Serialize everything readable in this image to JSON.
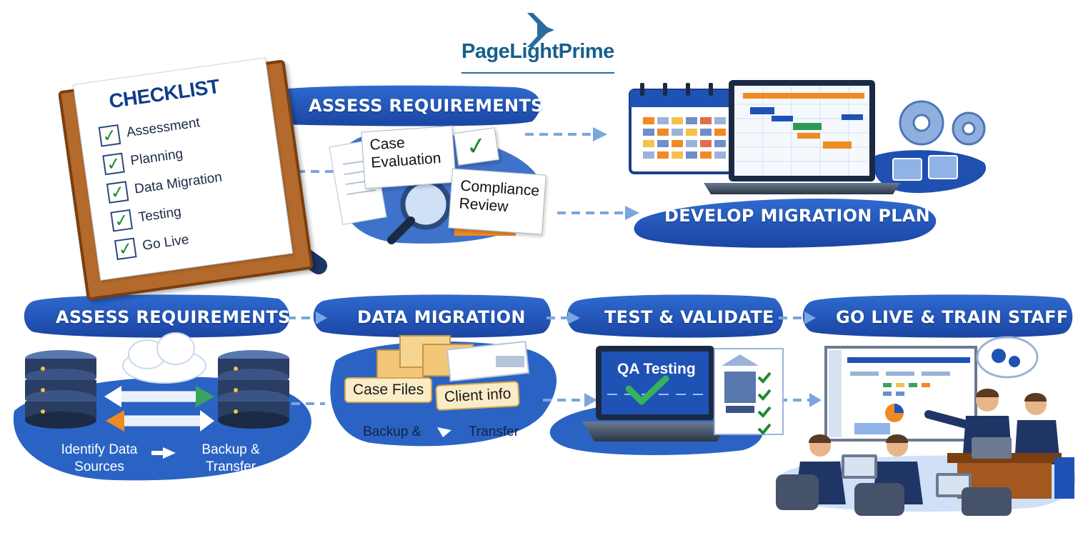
{
  "logo": {
    "name": "PageLightPrime",
    "icon": "chevron-arrow-icon",
    "color": "#17608e"
  },
  "checklist": {
    "title": "CHECKLIST",
    "items": [
      {
        "label": "Assessment",
        "checked": true
      },
      {
        "label": "Planning",
        "checked": true
      },
      {
        "label": "Data Migration",
        "checked": true
      },
      {
        "label": "Testing",
        "checked": true
      },
      {
        "label": "Go Live",
        "checked": true
      }
    ]
  },
  "top_row": {
    "assess_banner": "ASSESS REQUIREMENTS",
    "case_evaluation": "Case Evaluation",
    "compliance_review": "Compliance Review",
    "plan_banner": "DEVELOP MIGRATION PLAN"
  },
  "bottom_row": {
    "banners": [
      "ASSESS REQUIREMENTS",
      "DATA MIGRATION",
      "TEST & VALIDATE",
      "GO LIVE & TRAIN STAFF"
    ],
    "identify_sources": "Identify Data Sources",
    "backup_transfer": "Backup & Transfer",
    "case_files": "Case Files",
    "client_info": "Client info",
    "backup_label": "Backup &",
    "transfer_label": "Transfer",
    "qa_testing": "QA Testing"
  },
  "colors": {
    "banner_blue": "#1f52b5",
    "swirl_blue": "#2a63c4",
    "light_blue": "#cfe0f7",
    "check_green": "#1f8a2e",
    "accent_orange": "#f08a24"
  }
}
